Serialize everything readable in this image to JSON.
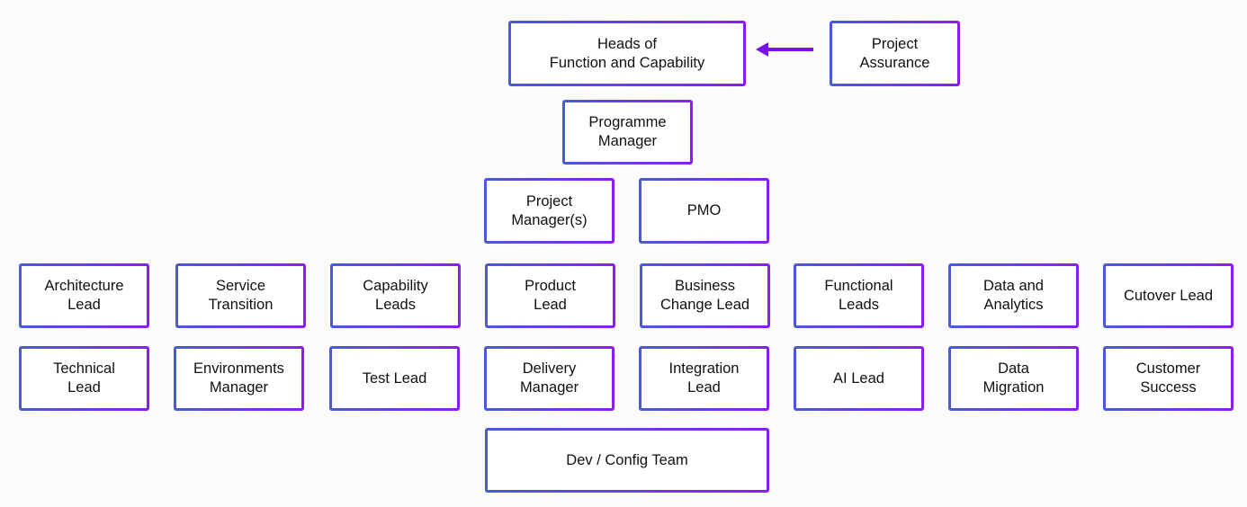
{
  "colors": {
    "border_start": "#4a5ccf",
    "border_end": "#8a1cf0",
    "arrow": "#7a12e6",
    "background": "#fbfbfc"
  },
  "top": {
    "heads": "Heads of\nFunction and Capability",
    "assurance": "Project\nAssurance"
  },
  "programme_manager": "Programme\nManager",
  "tier3": {
    "project_managers": "Project\nManager(s)",
    "pmo": "PMO"
  },
  "leads_row1": [
    "Architecture\nLead",
    "Service\nTransition",
    "Capability\nLeads",
    "Product\nLead",
    "Business\nChange Lead",
    "Functional\nLeads",
    "Data and\nAnalytics",
    "Cutover Lead"
  ],
  "leads_row2": [
    "Technical\nLead",
    "Environments\nManager",
    "Test Lead",
    "Delivery\nManager",
    "Integration\nLead",
    "AI Lead",
    "Data\nMigration",
    "Customer\nSuccess"
  ],
  "dev_team": "Dev / Config Team"
}
